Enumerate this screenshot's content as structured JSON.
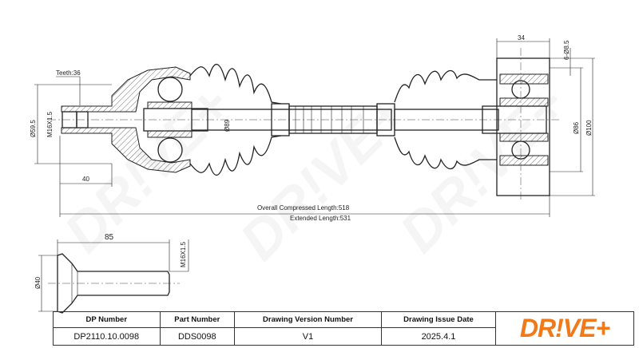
{
  "drawing": {
    "teeth": "Teeth:36",
    "dia_59_5": "Ø59.5",
    "thread_left": "M16X1.5",
    "len_40": "40",
    "dia_89": "Ø89",
    "overall_length": "Overall Compressed Length:518",
    "extended_length": "Extended Length:531",
    "width_34": "34",
    "holes": "6-Ø8.5",
    "dia_86": "Ø86",
    "dia_100": "Ø100",
    "bolt_len": "85",
    "bolt_dia": "Ø40",
    "bolt_thread": "M16X1.5",
    "watermark": "DR!VE+"
  },
  "table": {
    "headers": [
      "DP Number",
      "Part Number",
      "Drawing Version Number",
      "Drawing Issue Date"
    ],
    "values": [
      "DP2110.10.0098",
      "DDS0098",
      "V1",
      "2025.4.1"
    ],
    "logo": "DR!VE+",
    "logo_color": "#f07a1a"
  }
}
